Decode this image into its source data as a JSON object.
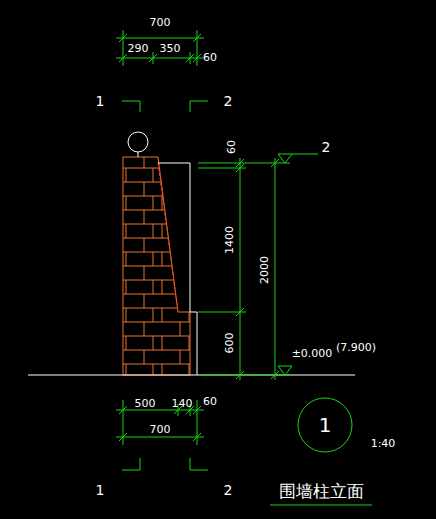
{
  "diagram": {
    "title": "围墙柱立面",
    "nodes": [
      {
        "text": [
          "1"
        ]
      }
    ],
    "labels": [
      "700",
      "290",
      "350",
      "60",
      "1",
      "2",
      "60",
      "2",
      "1400",
      "2000",
      "600",
      "±0.000",
      "(7.900)",
      "500",
      "140",
      "60",
      "700",
      "1",
      "2",
      "1:40"
    ]
  }
}
